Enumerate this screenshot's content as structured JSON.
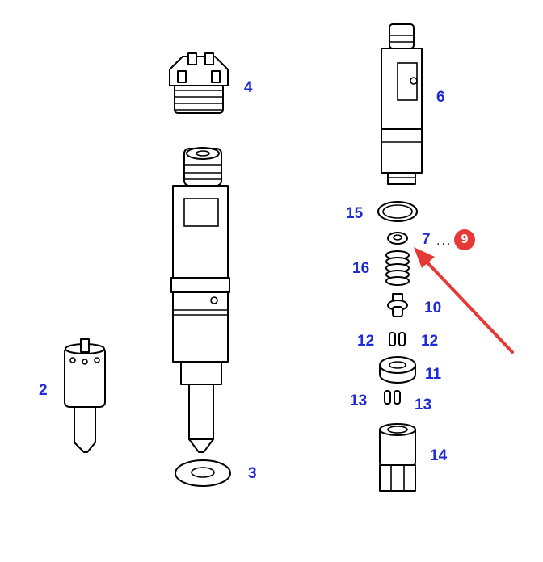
{
  "labels": {
    "p2": "2",
    "p3": "3",
    "p4": "4",
    "p6": "6",
    "p7": "7",
    "p10": "10",
    "p11": "11",
    "p12a": "12",
    "p12b": "12",
    "p13a": "13",
    "p13b": "13",
    "p14": "14",
    "p15": "15",
    "p16": "16"
  },
  "callout": {
    "dots": "...",
    "badge": "9"
  },
  "colors": {
    "label": "#1f2bd6",
    "badge": "#e53935",
    "arrow": "#e53935"
  }
}
